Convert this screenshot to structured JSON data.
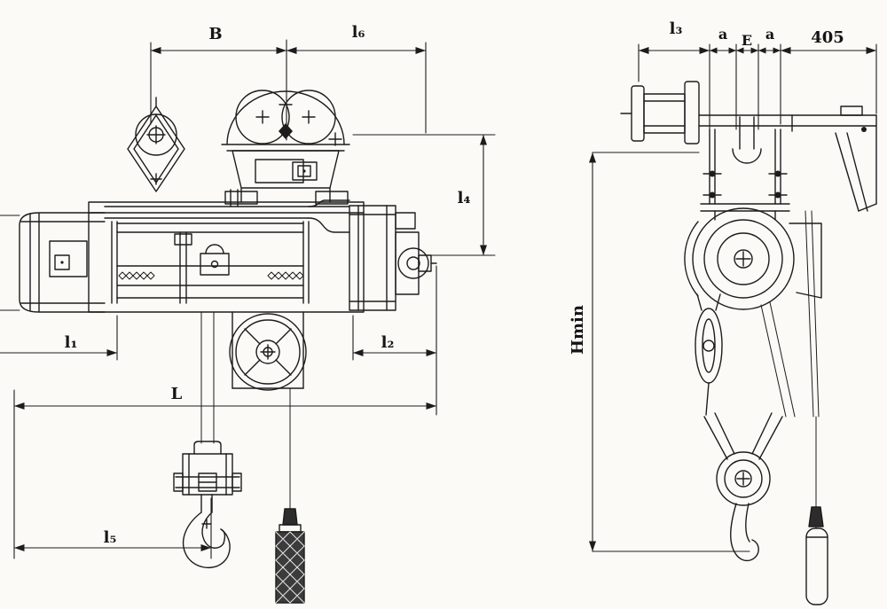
{
  "drawing": {
    "description": "electric-wire-rope-hoist-outline-dimension-drawing",
    "colors": {
      "paper": "#fbfaf6",
      "ink": "#1c1c1c"
    },
    "dimensions": {
      "front": {
        "B": "B",
        "l6": "l₆",
        "l4": "l₄",
        "l1": "l₁",
        "l2": "l₂",
        "L": "L",
        "l5": "l₅"
      },
      "side": {
        "l3": "l₃",
        "a_left": "a",
        "E": "E",
        "a_right": "a",
        "width_405": "405",
        "Hmin": "Hmin"
      }
    }
  }
}
